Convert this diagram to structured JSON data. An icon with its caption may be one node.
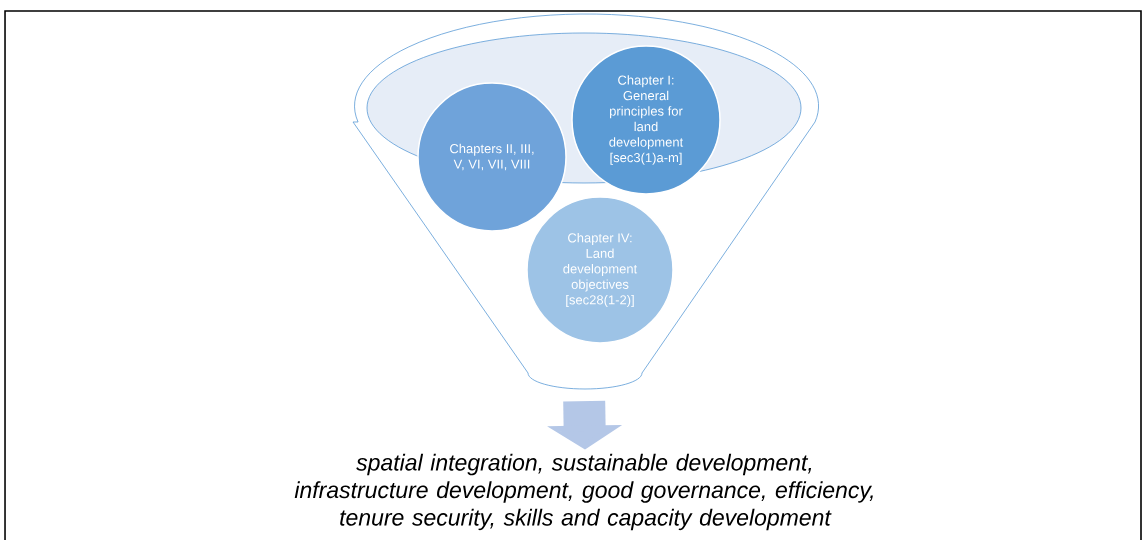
{
  "diagram": {
    "nodes": [
      {
        "text": [],
        "shape": "funnel"
      },
      {
        "text": [
          "Chapters II, III, V, VI, VII, VIII"
        ],
        "in": 0
      },
      {
        "text": [
          "Chapter I: General principles for land development [sec3(1)a-m]"
        ],
        "in": 0
      },
      {
        "text": [
          "Chapter IV: Land development objectives [sec28(1-2)]"
        ],
        "in": 0
      },
      {
        "text": [
          "spatial integration, sustainable development, infrastructure development, good governance, efficiency, tenure security, skills and capacity development"
        ]
      }
    ],
    "edges": [
      {
        "from": 0,
        "to": 4,
        "arrow": "to"
      }
    ]
  }
}
